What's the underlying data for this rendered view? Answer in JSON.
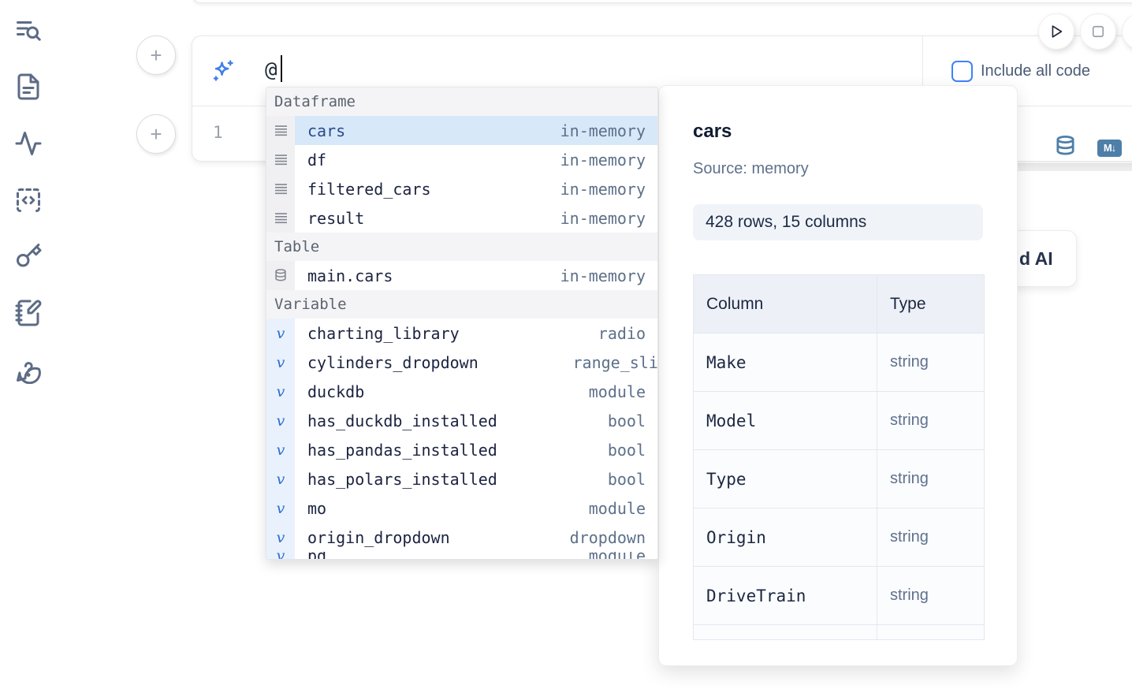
{
  "sidebar": {
    "icons": [
      {
        "name": "toc-search-icon"
      },
      {
        "name": "file-icon"
      },
      {
        "name": "activity-icon"
      },
      {
        "name": "snippets-code-icon"
      },
      {
        "name": "key-icon"
      },
      {
        "name": "notebook-pen-icon"
      },
      {
        "name": "help-chat-icon"
      }
    ]
  },
  "cell": {
    "ai_prompt_value": "@",
    "include_all_code_label": "Include all code",
    "line_number": "1",
    "add_button_glyph": "+",
    "toolbar_icons": [
      "database-icon",
      "markdown-icon"
    ],
    "markdown_badge_text": "M↓"
  },
  "autocomplete": {
    "sections": [
      {
        "label": "Dataframe",
        "items": [
          {
            "name": "cars",
            "type": "in-memory",
            "icon": "rows-icon",
            "selected": true
          },
          {
            "name": "df",
            "type": "in-memory",
            "icon": "rows-icon"
          },
          {
            "name": "filtered_cars",
            "type": "in-memory",
            "icon": "rows-icon"
          },
          {
            "name": "result",
            "type": "in-memory",
            "icon": "rows-icon"
          }
        ]
      },
      {
        "label": "Table",
        "items": [
          {
            "name": "main.cars",
            "type": "in-memory",
            "icon": "database-icon"
          }
        ]
      },
      {
        "label": "Variable",
        "items": [
          {
            "name": "charting_library",
            "type": "radio",
            "icon": "variable-icon"
          },
          {
            "name": "cylinders_dropdown",
            "type": "range_slider",
            "icon": "variable-icon",
            "clip": true
          },
          {
            "name": "duckdb",
            "type": "module",
            "icon": "variable-icon"
          },
          {
            "name": "has_duckdb_installed",
            "type": "bool",
            "icon": "variable-icon"
          },
          {
            "name": "has_pandas_installed",
            "type": "bool",
            "icon": "variable-icon"
          },
          {
            "name": "has_polars_installed",
            "type": "bool",
            "icon": "variable-icon"
          },
          {
            "name": "mo",
            "type": "module",
            "icon": "variable-icon"
          },
          {
            "name": "origin_dropdown",
            "type": "dropdown",
            "icon": "variable-icon"
          },
          {
            "name": "pd",
            "type": "module",
            "icon": "variable-icon",
            "partial": true
          }
        ]
      }
    ],
    "variable_glyph": "v"
  },
  "preview": {
    "title": "cars",
    "source_label": "Source: memory",
    "shape_badge": "428 rows, 15 columns",
    "table": {
      "headers": [
        "Column",
        "Type"
      ],
      "rows": [
        [
          "Make",
          "string"
        ],
        [
          "Model",
          "string"
        ],
        [
          "Type",
          "string"
        ],
        [
          "Origin",
          "string"
        ],
        [
          "DriveTrain",
          "string"
        ]
      ]
    }
  },
  "clipped_ai_button_label": "d AI",
  "colors": {
    "accent_blue": "#3f83f8",
    "steel_blue": "#4d7fa8",
    "selection_blue": "#d7e8f9",
    "icon_slate": "#5c6b85"
  }
}
